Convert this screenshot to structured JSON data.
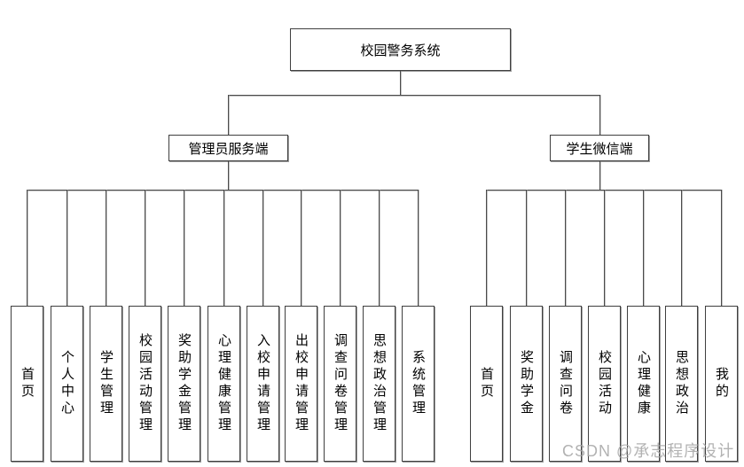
{
  "diagram": {
    "root": {
      "label": "校园警务系统"
    },
    "branches": [
      {
        "label": "管理员服务端",
        "children": [
          "首页",
          "个人中心",
          "学生管理",
          "校园活动管理",
          "奖助学金管理",
          "心理健康管理",
          "入校申请管理",
          "出校申请管理",
          "调查问卷管理",
          "思想政治管理",
          "系统管理"
        ]
      },
      {
        "label": "学生微信端",
        "children": [
          "首页",
          "奖助学金",
          "调查问卷",
          "校园活动",
          "心理健康",
          "思想政治",
          "我的"
        ]
      }
    ]
  },
  "watermark": "CSDN @承志程序设计",
  "colors": {
    "background": "#ffffff",
    "node_border": "#3f3f3f",
    "node_shadow": "#9e9e9e",
    "connector": "#4a4a4a",
    "watermark": "#a5a5a5"
  }
}
